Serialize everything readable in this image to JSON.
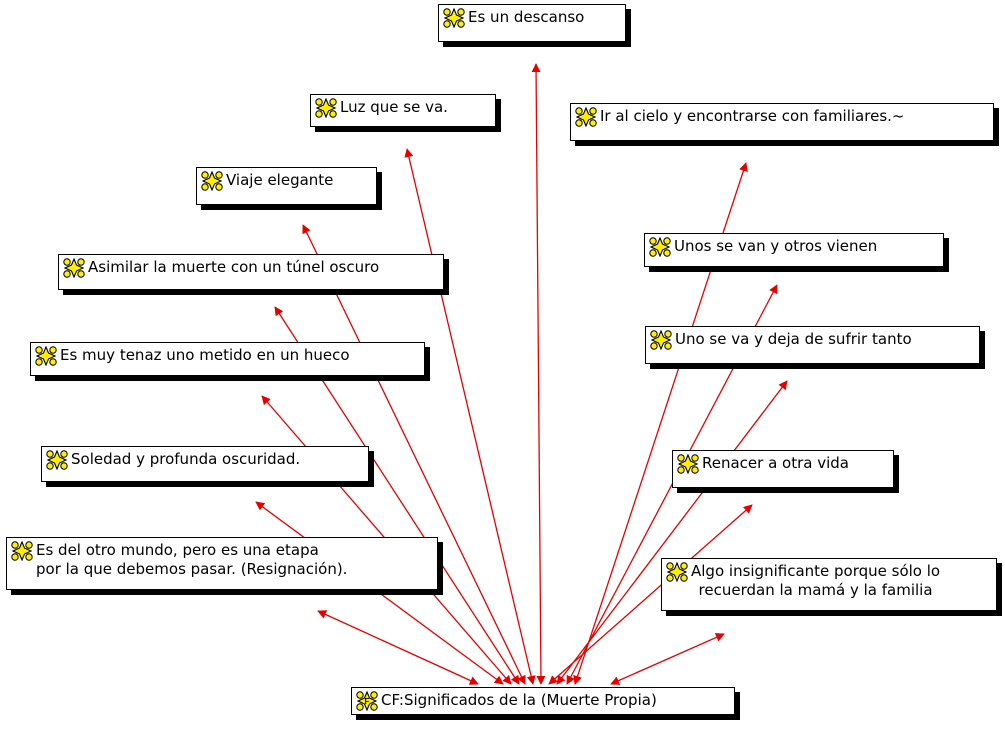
{
  "colors": {
    "edge": "#e60000",
    "icon_fill": "#ffee00",
    "icon_stroke": "#000000"
  },
  "root": {
    "label": "CF:Significados de la (Muerte Propia)",
    "icon": "code-family-icon"
  },
  "codes": [
    {
      "id": "descanso",
      "label": "Es un descanso",
      "icon": "code-star-icon"
    },
    {
      "id": "luz",
      "label": "Luz que se va.",
      "icon": "code-star-icon"
    },
    {
      "id": "cielo",
      "label": "Ir al cielo y encontrarse con familiares.~",
      "icon": "code-star-icon"
    },
    {
      "id": "viaje",
      "label": "Viaje elegante",
      "icon": "code-star-icon"
    },
    {
      "id": "van-vienen",
      "label": "Unos se van y otros vienen",
      "icon": "code-star-icon"
    },
    {
      "id": "tunel",
      "label": "Asimilar la muerte con un túnel oscuro",
      "icon": "code-star-icon"
    },
    {
      "id": "tenaz",
      "label": "Es muy tenaz uno metido en un hueco",
      "icon": "code-star-icon"
    },
    {
      "id": "sufrir",
      "label": "Uno se va y deja de sufrir tanto",
      "icon": "code-star-icon"
    },
    {
      "id": "soledad",
      "label": "Soledad y profunda oscuridad.",
      "icon": "code-star-icon"
    },
    {
      "id": "renacer",
      "label": "Renacer a otra vida",
      "icon": "code-star-icon"
    },
    {
      "id": "otro-mundo",
      "label": "Es del otro mundo, pero es una etapa\npor la que debemos pasar. (Resignación).",
      "icon": "code-star-icon"
    },
    {
      "id": "insignificante",
      "label": "Algo insignificante porque sólo lo\nrecuerdan la mamá y la familia",
      "icon": "code-star-icon"
    }
  ]
}
